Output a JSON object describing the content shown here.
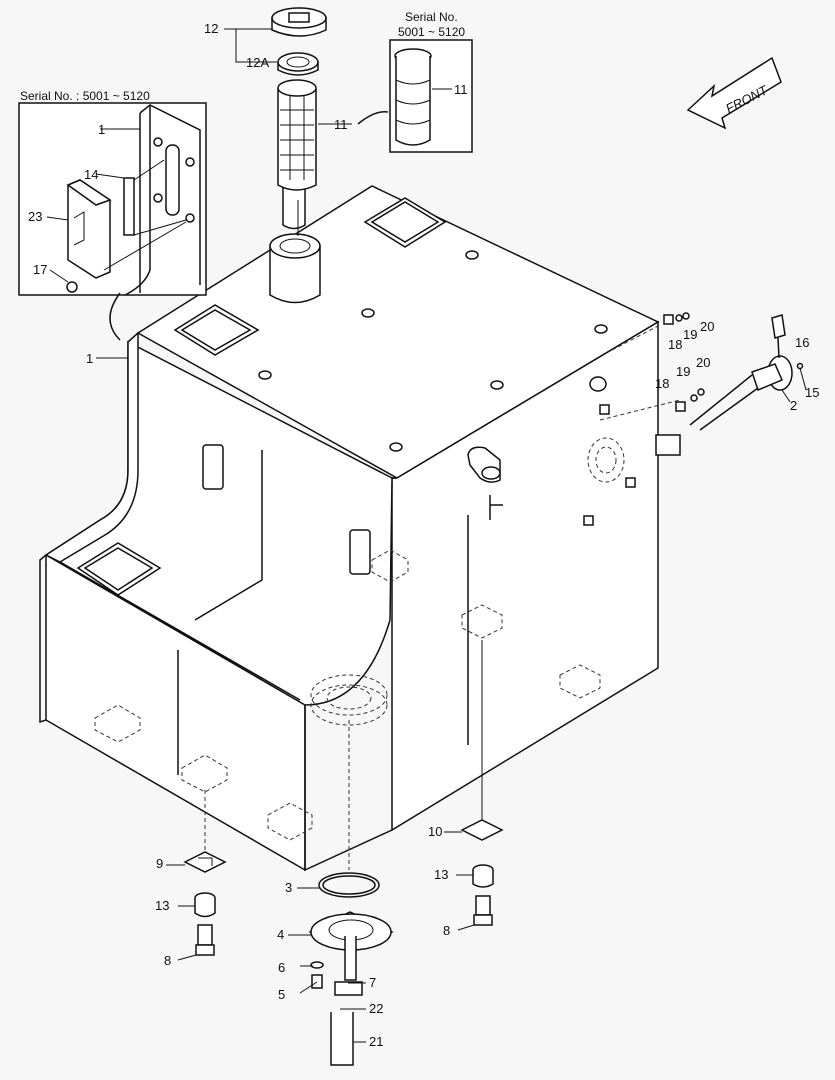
{
  "inset_left": {
    "serial_label": "Serial No. : 5001 ~ 5120"
  },
  "inset_right": {
    "serial_line1": "Serial No.",
    "serial_line2": "5001 ~ 5120"
  },
  "front_label": "FRONT",
  "callouts": {
    "c12": "12",
    "c12a": "12A",
    "c11": "11",
    "c11r": "11",
    "c1a": "1",
    "c14": "14",
    "c23": "23",
    "c17": "17",
    "c1b": "1",
    "c20a": "20",
    "c19a": "19",
    "c18a": "18",
    "c16": "16",
    "c15": "15",
    "c2": "2",
    "c20b": "20",
    "c19b": "19",
    "c18b": "18",
    "c10": "10",
    "c9": "9",
    "c13a": "13",
    "c13b": "13",
    "c8a": "8",
    "c8b": "8",
    "c3": "3",
    "c4": "4",
    "c6": "6",
    "c5": "5",
    "c7": "7",
    "c22": "22",
    "c21": "21"
  }
}
